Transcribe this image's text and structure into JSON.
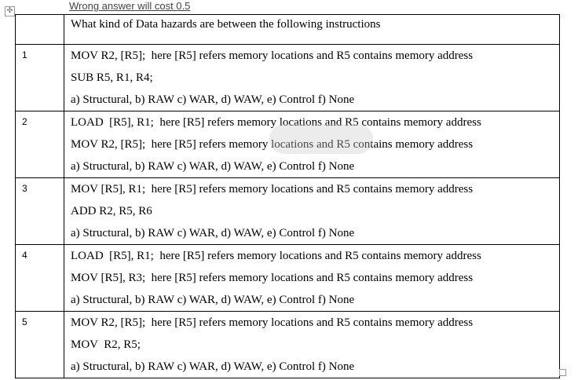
{
  "caption": "Wrong answer will cost 0.5",
  "header": {
    "number": "",
    "question": "What kind of Data hazards are between the following instructions"
  },
  "rows": [
    {
      "number": "1",
      "lines": [
        "MOV R2, [R5];  here [R5] refers memory locations and R5 contains memory address",
        "SUB R5, R1, R4;",
        "a) Structural, b) RAW c) WAR, d) WAW, e) Control f) None"
      ]
    },
    {
      "number": "2",
      "lines": [
        "LOAD  [R5], R1;  here [R5] refers memory locations and R5 contains memory address",
        "MOV R2, [R5];  here [R5] refers memory locations and R5 contains memory address",
        "a) Structural, b) RAW c) WAR, d) WAW, e) Control f) None"
      ]
    },
    {
      "number": "3",
      "lines": [
        "MOV [R5], R1;  here [R5] refers memory locations and R5 contains memory address",
        "ADD R2, R5, R6",
        "a) Structural, b) RAW c) WAR, d) WAW, e) Control f) None"
      ]
    },
    {
      "number": "4",
      "lines": [
        "LOAD  [R5], R1;  here [R5] refers memory locations and R5 contains memory address",
        "MOV [R5], R3;  here [R5] refers memory locations and R5 contains memory address",
        "a) Structural, b) RAW c) WAR, d) WAW, e) Control f) None"
      ]
    },
    {
      "number": "5",
      "lines": [
        "MOV R2, [R5];  here [R5] refers memory locations and R5 contains memory address",
        "MOV  R2, R5;",
        "a) Structural, b) RAW c) WAR, d) WAW, e) Control f) None"
      ]
    }
  ]
}
